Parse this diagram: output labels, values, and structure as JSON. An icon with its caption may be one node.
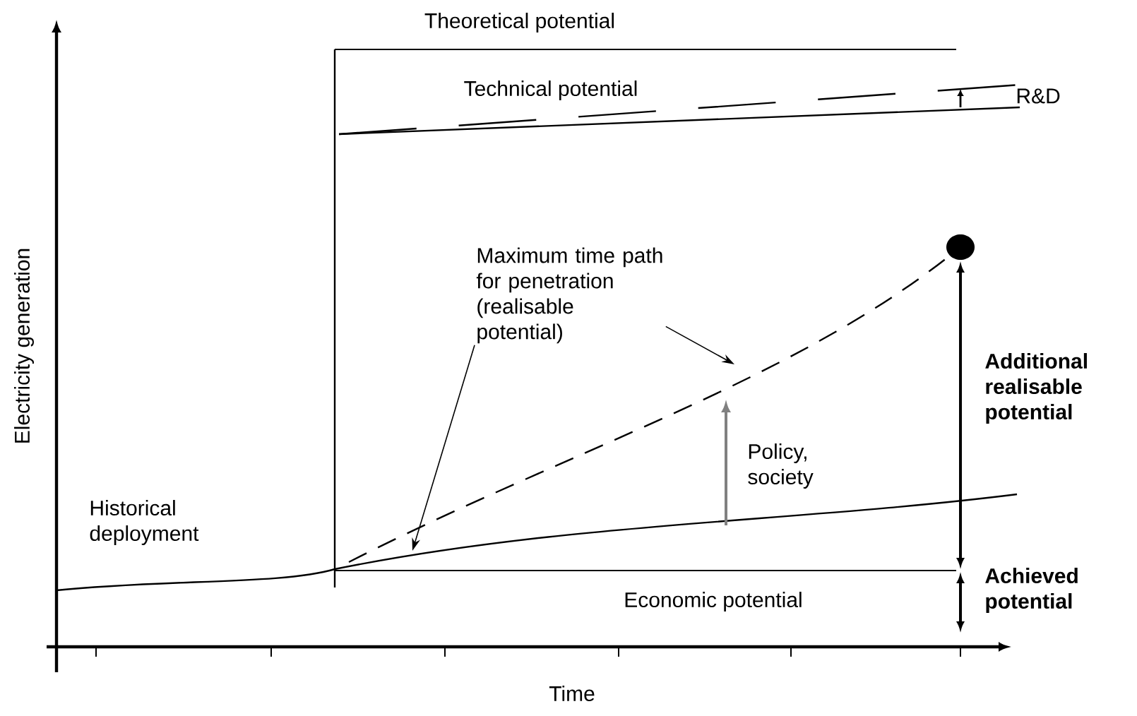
{
  "diagram": {
    "nodes": [
      {
        "text": [
          "Maximum time path for penetration (realisable potential)"
        ]
      },
      {
        "text": [],
        "shape": "circle"
      }
    ],
    "edges": [
      {
        "from": 0,
        "to": null,
        "arrow": "to"
      },
      {
        "from": 0,
        "to": null,
        "arrow": "to"
      },
      {
        "from": null,
        "to": 1,
        "arrow": "none",
        "style": "dashed"
      }
    ],
    "labels": [
      "Theoretical potential",
      "Technical potential",
      "R&D",
      "Additional realisable potential",
      "Policy, society",
      "Electricity generation",
      "Historical deployment",
      "Achieved potential",
      "Economic potential",
      "Time"
    ]
  }
}
